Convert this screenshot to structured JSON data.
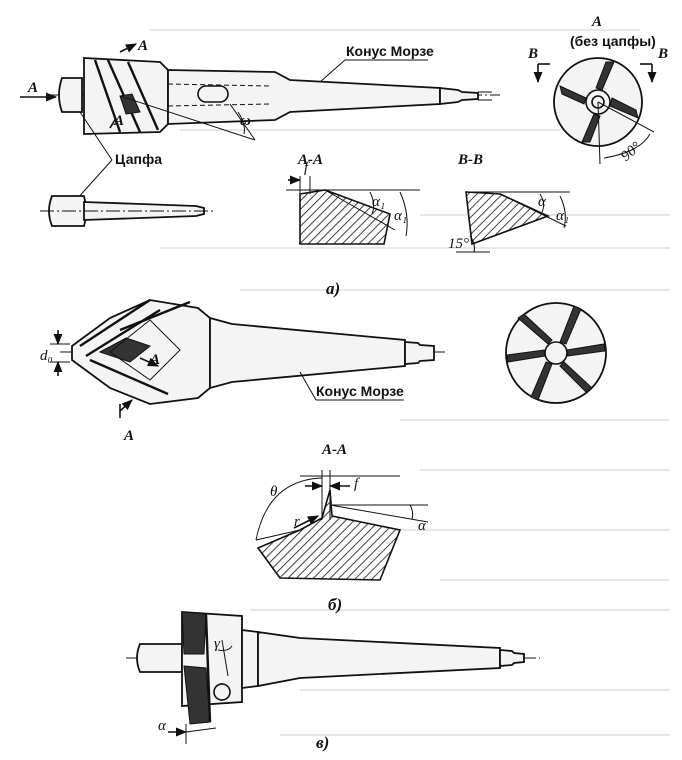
{
  "figure_a": {
    "caption": "а)",
    "morse_cone_label": "Конус Морзе",
    "pin_label": "Цапфа",
    "arrow_label": "А",
    "section_a_title": "А-А",
    "section_b_title": "В-В",
    "view_title_letter": "А",
    "view_title_note": "(без цапфы)",
    "cut_mark_b": "В",
    "f_label": "f",
    "alpha1_label": "α₁",
    "alpha2_label": "α₁",
    "alpha3_label": "α",
    "alpha4_label": "α₁",
    "omega_label": "ω",
    "angle_90": "90°",
    "angle_15": "15°"
  },
  "figure_b": {
    "caption": "б)",
    "morse_cone_label": "Конус Морзе",
    "d0_label": "d₀",
    "arrow_label": "А",
    "section_title": "А-А",
    "theta_label": "θ",
    "f_label": "f",
    "r_label": "r",
    "alpha_label": "α"
  },
  "figure_c": {
    "caption": "в)",
    "gamma_label": "γ",
    "alpha_label": "α"
  }
}
